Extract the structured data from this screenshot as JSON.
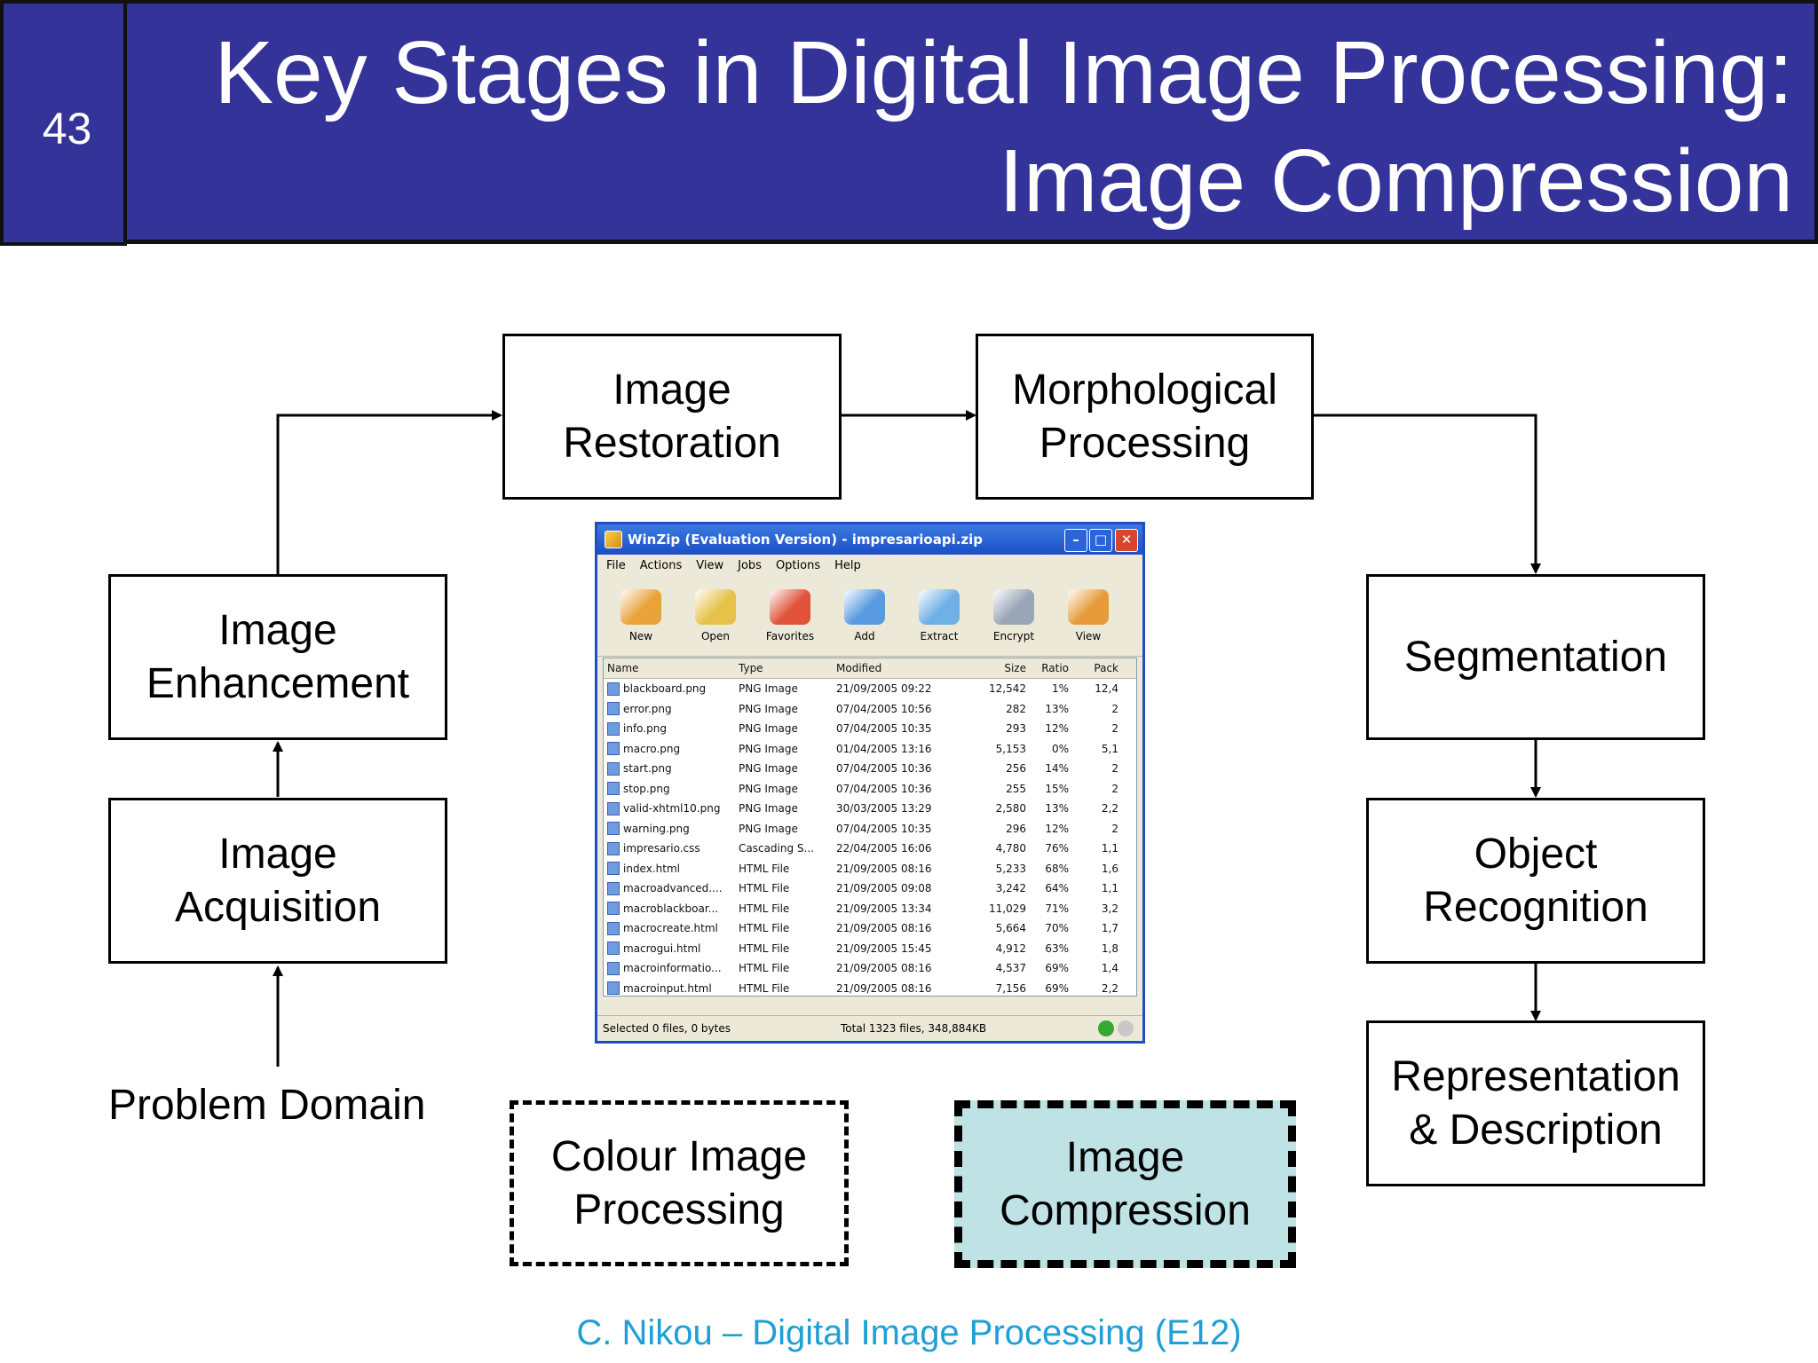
{
  "slide": {
    "number": "43",
    "title_line1": "Key Stages in Digital Image Processing:",
    "title_line2": "Image Compression",
    "footer": "C. Nikou – Digital Image Processing (E12)"
  },
  "stages": {
    "problem_domain": "Problem Domain",
    "acquisition": "Image\nAcquisition",
    "enhancement": "Image\nEnhancement",
    "restoration": "Image\nRestoration",
    "morphological": "Morphological\nProcessing",
    "segmentation": "Segmentation",
    "object_recognition": "Object\nRecognition",
    "representation": "Representation\n& Description",
    "colour": "Colour Image\nProcessing",
    "compression": "Image\nCompression"
  },
  "colors": {
    "header": "#333399",
    "highlight_fill": "#bfe2e4",
    "footer_text": "#1f9fd6"
  },
  "winzip": {
    "title": "WinZip (Evaluation Version) - impresarioapi.zip",
    "menu": [
      "File",
      "Actions",
      "View",
      "Jobs",
      "Options",
      "Help"
    ],
    "toolbar": [
      {
        "label": "New",
        "icon": "new-archive-icon",
        "color": "#e8a33a"
      },
      {
        "label": "Open",
        "icon": "open-archive-icon",
        "color": "#e6c24a"
      },
      {
        "label": "Favorites",
        "icon": "favorites-icon",
        "color": "#e0523a"
      },
      {
        "label": "Add",
        "icon": "add-files-icon",
        "color": "#5a9be0"
      },
      {
        "label": "Extract",
        "icon": "extract-icon",
        "color": "#6fb0e6"
      },
      {
        "label": "Encrypt",
        "icon": "encrypt-lock-icon",
        "color": "#9aa6b8"
      },
      {
        "label": "View",
        "icon": "view-icon",
        "color": "#e69a3a"
      }
    ],
    "columns": [
      "Name",
      "Type",
      "Modified",
      "Size",
      "Ratio",
      "Pack"
    ],
    "files": [
      {
        "name": "blackboard.png",
        "type": "PNG Image",
        "modified": "21/09/2005 09:22",
        "size": "12,542",
        "ratio": "1%",
        "packed": "12,4"
      },
      {
        "name": "error.png",
        "type": "PNG Image",
        "modified": "07/04/2005 10:56",
        "size": "282",
        "ratio": "13%",
        "packed": "2"
      },
      {
        "name": "info.png",
        "type": "PNG Image",
        "modified": "07/04/2005 10:35",
        "size": "293",
        "ratio": "12%",
        "packed": "2"
      },
      {
        "name": "macro.png",
        "type": "PNG Image",
        "modified": "01/04/2005 13:16",
        "size": "5,153",
        "ratio": "0%",
        "packed": "5,1"
      },
      {
        "name": "start.png",
        "type": "PNG Image",
        "modified": "07/04/2005 10:36",
        "size": "256",
        "ratio": "14%",
        "packed": "2"
      },
      {
        "name": "stop.png",
        "type": "PNG Image",
        "modified": "07/04/2005 10:36",
        "size": "255",
        "ratio": "15%",
        "packed": "2"
      },
      {
        "name": "valid-xhtml10.png",
        "type": "PNG Image",
        "modified": "30/03/2005 13:29",
        "size": "2,580",
        "ratio": "13%",
        "packed": "2,2"
      },
      {
        "name": "warning.png",
        "type": "PNG Image",
        "modified": "07/04/2005 10:35",
        "size": "296",
        "ratio": "12%",
        "packed": "2"
      },
      {
        "name": "impresario.css",
        "type": "Cascading S...",
        "modified": "22/04/2005 16:06",
        "size": "4,780",
        "ratio": "76%",
        "packed": "1,1"
      },
      {
        "name": "index.html",
        "type": "HTML File",
        "modified": "21/09/2005 08:16",
        "size": "5,233",
        "ratio": "68%",
        "packed": "1,6"
      },
      {
        "name": "macroadvanced....",
        "type": "HTML File",
        "modified": "21/09/2005 09:08",
        "size": "3,242",
        "ratio": "64%",
        "packed": "1,1"
      },
      {
        "name": "macroblackboar...",
        "type": "HTML File",
        "modified": "21/09/2005 13:34",
        "size": "11,029",
        "ratio": "71%",
        "packed": "3,2"
      },
      {
        "name": "macrocreate.html",
        "type": "HTML File",
        "modified": "21/09/2005 08:16",
        "size": "5,664",
        "ratio": "70%",
        "packed": "1,7"
      },
      {
        "name": "macrogui.html",
        "type": "HTML File",
        "modified": "21/09/2005 15:45",
        "size": "4,912",
        "ratio": "63%",
        "packed": "1,8"
      },
      {
        "name": "macroinformatio...",
        "type": "HTML File",
        "modified": "21/09/2005 08:16",
        "size": "4,537",
        "ratio": "69%",
        "packed": "1,4"
      },
      {
        "name": "macroinput.html",
        "type": "HTML File",
        "modified": "21/09/2005 08:16",
        "size": "7,156",
        "ratio": "69%",
        "packed": "2,2"
      }
    ],
    "status_left": "Selected 0 files, 0 bytes",
    "status_right": "Total 1323 files, 348,884KB"
  }
}
